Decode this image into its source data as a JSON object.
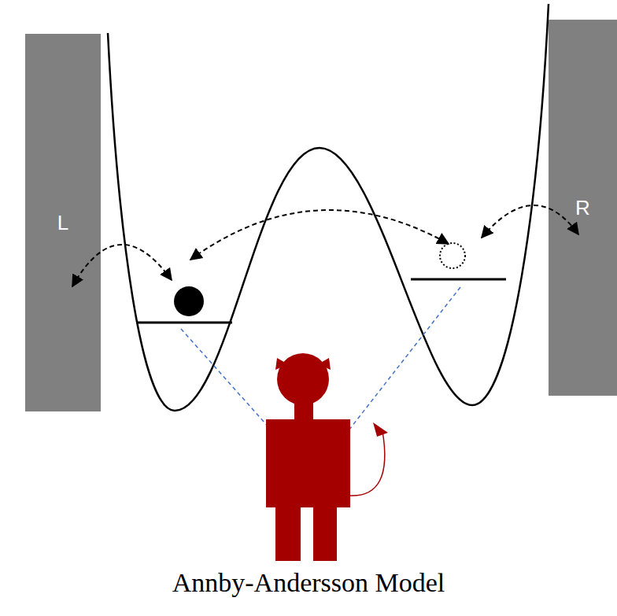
{
  "diagram": {
    "caption": "Annby-Andersson Model",
    "nodes": [
      {
        "text": [
          "L"
        ]
      },
      {
        "text": [
          "R"
        ]
      }
    ]
  }
}
